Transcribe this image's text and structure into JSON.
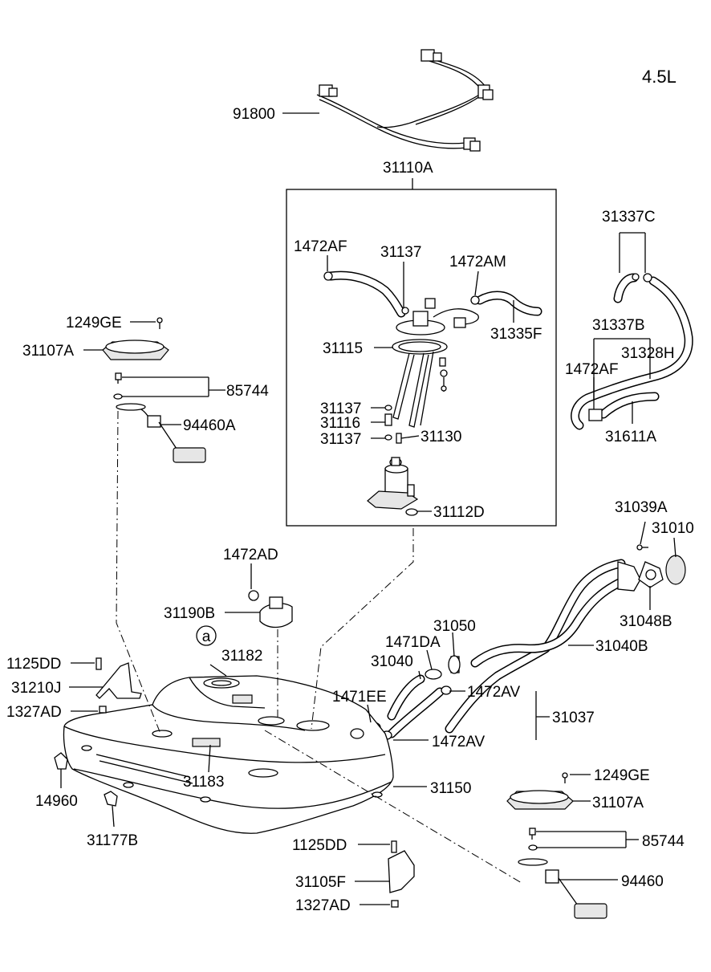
{
  "variant_label": "4.5L",
  "subassembly": {
    "label": "31110A"
  },
  "circle_marker": "a",
  "callouts": [
    {
      "id": "91800",
      "text": "91800"
    },
    {
      "id": "1472AF-top",
      "text": "1472AF"
    },
    {
      "id": "31137-top",
      "text": "31137"
    },
    {
      "id": "1472AM",
      "text": "1472AM"
    },
    {
      "id": "31335F",
      "text": "31335F"
    },
    {
      "id": "31115",
      "text": "31115"
    },
    {
      "id": "31137-mid",
      "text": "31137"
    },
    {
      "id": "31116",
      "text": "31116"
    },
    {
      "id": "31137-low",
      "text": "31137"
    },
    {
      "id": "31130",
      "text": "31130"
    },
    {
      "id": "31112D",
      "text": "31112D"
    },
    {
      "id": "31337C",
      "text": "31337C"
    },
    {
      "id": "31337B",
      "text": "31337B"
    },
    {
      "id": "1472AF-right",
      "text": "1472AF"
    },
    {
      "id": "31328H",
      "text": "31328H"
    },
    {
      "id": "31611A",
      "text": "31611A"
    },
    {
      "id": "1249GE-left",
      "text": "1249GE"
    },
    {
      "id": "31107A-left",
      "text": "31107A"
    },
    {
      "id": "85744-left",
      "text": "85744"
    },
    {
      "id": "94460A",
      "text": "94460A"
    },
    {
      "id": "31039A",
      "text": "31039A"
    },
    {
      "id": "31010",
      "text": "31010"
    },
    {
      "id": "31048B",
      "text": "31048B"
    },
    {
      "id": "1472AD",
      "text": "1472AD"
    },
    {
      "id": "31190B",
      "text": "31190B"
    },
    {
      "id": "31182",
      "text": "31182"
    },
    {
      "id": "1125DD-left",
      "text": "1125DD"
    },
    {
      "id": "31210J",
      "text": "31210J"
    },
    {
      "id": "1327AD-left",
      "text": "1327AD"
    },
    {
      "id": "31050",
      "text": "31050"
    },
    {
      "id": "1471DA",
      "text": "1471DA"
    },
    {
      "id": "31040",
      "text": "31040"
    },
    {
      "id": "31040B",
      "text": "31040B"
    },
    {
      "id": "1471EE",
      "text": "1471EE"
    },
    {
      "id": "1472AV-upper",
      "text": "1472AV"
    },
    {
      "id": "31037",
      "text": "31037"
    },
    {
      "id": "1472AV-lower",
      "text": "1472AV"
    },
    {
      "id": "14960",
      "text": "14960"
    },
    {
      "id": "31183",
      "text": "31183"
    },
    {
      "id": "31150",
      "text": "31150"
    },
    {
      "id": "31177B",
      "text": "31177B"
    },
    {
      "id": "1249GE-right",
      "text": "1249GE"
    },
    {
      "id": "31107A-right",
      "text": "31107A"
    },
    {
      "id": "85744-right",
      "text": "85744"
    },
    {
      "id": "1125DD-bottom",
      "text": "1125DD"
    },
    {
      "id": "31105F",
      "text": "31105F"
    },
    {
      "id": "94460",
      "text": "94460"
    },
    {
      "id": "1327AD-bottom",
      "text": "1327AD"
    }
  ]
}
